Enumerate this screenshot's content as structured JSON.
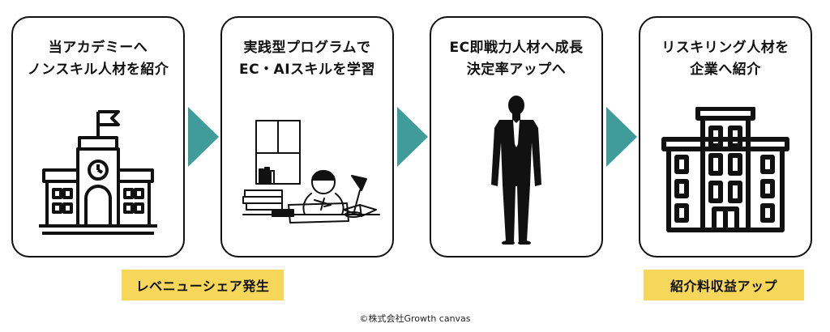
{
  "steps": [
    {
      "line1": "当アカデミーへ",
      "line2": "ノンスキル人材を紹介",
      "icon": "school-icon"
    },
    {
      "line1": "実践型プログラムで",
      "line2": "EC・AIスキルを学習",
      "icon": "studying-person-icon"
    },
    {
      "line1": "EC即戦力人材へ成長",
      "line2": "決定率アップへ",
      "icon": "businessman-silhouette-icon"
    },
    {
      "line1": "リスキリング人材を",
      "line2": "企業へ紹介",
      "icon": "office-building-icon"
    }
  ],
  "badges": {
    "left": "レベニューシェア発生",
    "right": "紹介料収益アップ"
  },
  "footer": "©株式会社Growth canvas",
  "colors": {
    "arrow": "#3f9c9b",
    "badge": "#f6d75a",
    "border": "#111111"
  }
}
